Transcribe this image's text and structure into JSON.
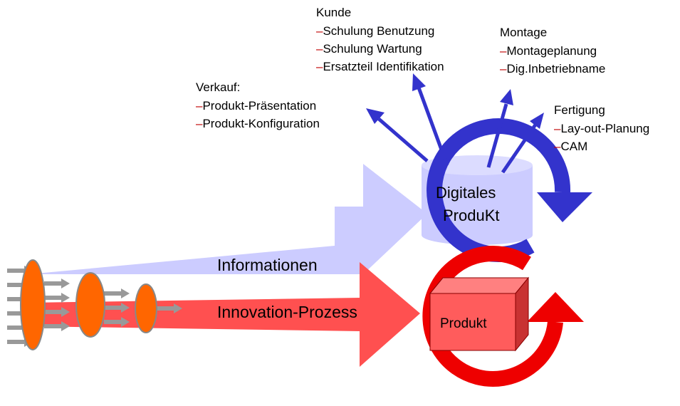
{
  "groups": {
    "kunde": {
      "heading": "Kunde",
      "items": [
        "Schulung Benutzung",
        "Schulung Wartung",
        "Ersatzteil Identifikation"
      ]
    },
    "montage": {
      "heading": "Montage",
      "items": [
        "Montageplanung",
        "Dig.Inbetriebname"
      ]
    },
    "verkauf": {
      "heading": "Verkauf:",
      "items": [
        "Produkt-Präsentation",
        "Produkt-Konfiguration"
      ]
    },
    "fertigung": {
      "heading": "Fertigung",
      "items": [
        "Lay-out-Planung",
        "CAM"
      ]
    }
  },
  "bullet": "–",
  "digital_product": {
    "line1": "Digitales",
    "line2": "ProduKt"
  },
  "bands": {
    "informationen": "Informationen",
    "innovation": "Innovation-Prozess"
  },
  "product_label": "Produkt",
  "colors": {
    "blue": "#3333cc",
    "light_blue": "#ccccff",
    "red": "#ee0000",
    "band_red": "#ff5050",
    "orange": "#ff6600",
    "gray_arrow": "#999999",
    "bullet_red": "#c00000"
  }
}
